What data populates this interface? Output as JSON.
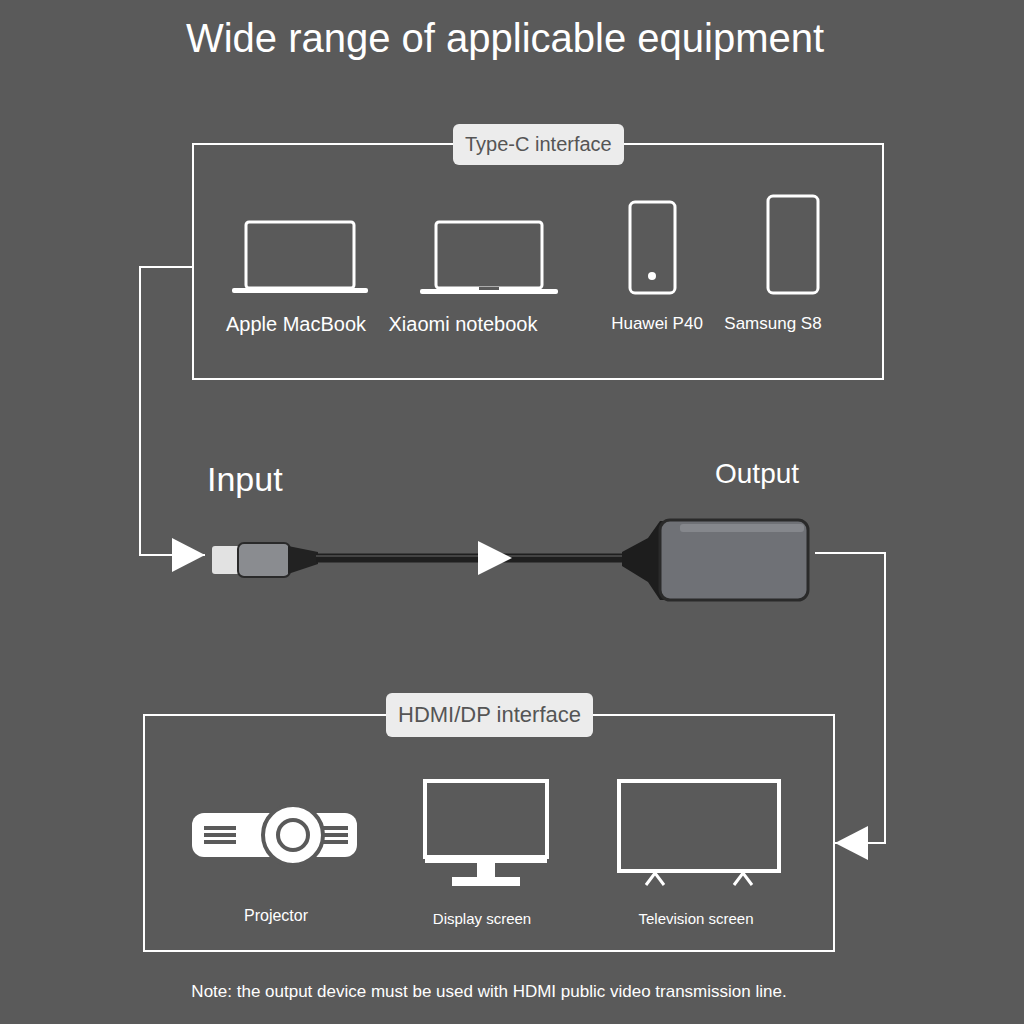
{
  "diagram": {
    "title": "Wide range of applicable equipment",
    "nodes": [
      {
        "text": [
          "Type-C interface"
        ]
      },
      {
        "text": [
          "Input",
          "Output"
        ]
      },
      {
        "text": [
          "HDMI/DP interface"
        ]
      }
    ],
    "edges": [
      {
        "from": 0,
        "to": 1,
        "arrow": "to"
      },
      {
        "from": 1,
        "to": 2,
        "arrow": "to"
      }
    ],
    "labels": [
      "Apple MacBook",
      "Xiaomi notebook",
      "Huawei P40",
      "Samsung S8",
      "Projector",
      "Display screen",
      "Television screen",
      "Note: the output device must be used with HDMI public video transmission line."
    ]
  }
}
